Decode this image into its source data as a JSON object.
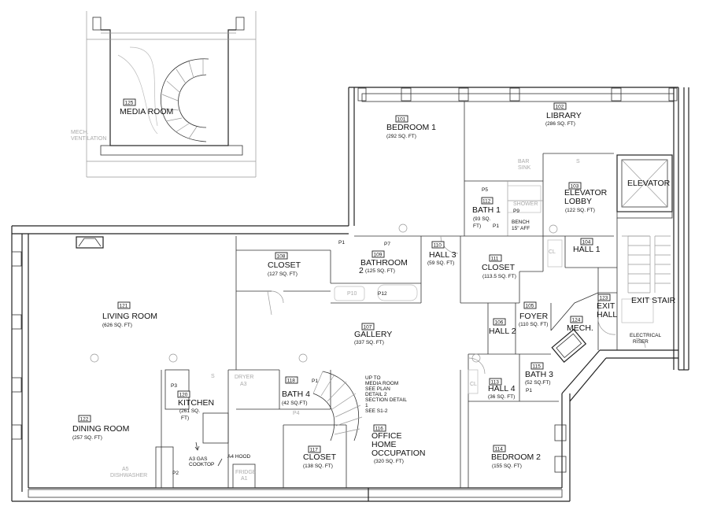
{
  "rooms": [
    {
      "id": "r125",
      "num": "125",
      "name": [
        "MEDIA ROOM"
      ]
    },
    {
      "id": "r101",
      "num": "101",
      "name": [
        "BEDROOM 1"
      ],
      "area": [
        "(292 SQ. FT)"
      ]
    },
    {
      "id": "r102",
      "num": "102",
      "name": [
        "LIBRARY"
      ],
      "area": [
        "(286 SQ. FT)"
      ]
    },
    {
      "id": "r103",
      "num": "103",
      "name": [
        "ELEVATOR",
        "LOBBY"
      ],
      "area": [
        "(122 SQ. FT)"
      ]
    },
    {
      "id": "r112",
      "num": "112",
      "name": [
        "BATH 1"
      ],
      "area": [
        "(93 SQ.",
        "FT)"
      ]
    },
    {
      "id": "r104",
      "num": "104",
      "name": [
        "HALL 1"
      ]
    },
    {
      "id": "r108",
      "num": "108",
      "name": [
        "CLOSET"
      ],
      "area": [
        "(127 SQ. FT)"
      ]
    },
    {
      "id": "r109",
      "num": "109",
      "name": [
        "BATHROOM",
        "2"
      ],
      "area": [
        "(125 SQ. FT)"
      ]
    },
    {
      "id": "r110",
      "num": "110",
      "name": [
        "HALL 3"
      ],
      "area": [
        "(59 SQ. FT)"
      ]
    },
    {
      "id": "r111",
      "num": "111",
      "name": [
        "CLOSET"
      ],
      "area": [
        "(113.5 SQ. FT)"
      ]
    },
    {
      "id": "r121",
      "num": "121",
      "name": [
        "LIVING ROOM"
      ],
      "area": [
        "(626 SQ. FT)"
      ]
    },
    {
      "id": "r107",
      "num": "107",
      "name": [
        "GALLERY"
      ],
      "area": [
        "(337 SQ. FT)"
      ]
    },
    {
      "id": "r105",
      "num": "105",
      "name": [
        "FOYER"
      ],
      "area": [
        "(110 SQ. FT)"
      ]
    },
    {
      "id": "r106",
      "num": "106",
      "name": [
        "HALL 2"
      ]
    },
    {
      "id": "r124",
      "num": "124",
      "name": [
        "MECH."
      ]
    },
    {
      "id": "r123",
      "num": "123",
      "name": [
        "EXIT",
        "HALL"
      ]
    },
    {
      "id": "r115",
      "num": "115",
      "name": [
        "BATH 3"
      ],
      "area": [
        "(52 SQ.FT)"
      ]
    },
    {
      "id": "r113",
      "num": "113",
      "name": [
        "HALL 4"
      ],
      "area": [
        "(36 SQ. FT)"
      ]
    },
    {
      "id": "r120",
      "num": "120",
      "name": [
        "KITCHEN"
      ],
      "area": [
        "(261 SQ.",
        "FT)"
      ]
    },
    {
      "id": "r118",
      "num": "118",
      "name": [
        "BATH 4"
      ],
      "area": [
        "(42 SQ.FT)"
      ]
    },
    {
      "id": "r122",
      "num": "122",
      "name": [
        "DINING ROOM"
      ],
      "area": [
        "(257 SQ. FT)"
      ]
    },
    {
      "id": "r116",
      "num": "116",
      "name": [
        "OFFICE",
        "HOME",
        "OCCUPATION"
      ],
      "area": [
        "(320 SQ. FT)"
      ]
    },
    {
      "id": "r117",
      "num": "117",
      "name": [
        "CLOSET"
      ],
      "area": [
        "(138 SQ. FT)"
      ]
    },
    {
      "id": "r114",
      "num": "114",
      "name": [
        "BEDROOM 2"
      ],
      "area": [
        "(155 SQ. FT)"
      ]
    }
  ],
  "labels": {
    "elevator": "ELEVATOR",
    "exit_stair": "EXIT STAIR",
    "stair_note": [
      "UP TO",
      "MEDIA ROOM",
      "SEE PLAN",
      "DETAIL 2",
      "SECTION DETAIL",
      "1",
      "SEE S1-2"
    ],
    "electrical_riser": [
      "ELECTRICAL",
      "RISER"
    ],
    "bench": [
      "BENCH",
      "15\" AFF"
    ],
    "shower": "SHOWER",
    "a3_gas": [
      "A3 GAS",
      "COOKTOP"
    ],
    "a4_hood": "A4 HOOD",
    "p1": "P1",
    "p2": "P2",
    "p3": "P3",
    "p4": "P4",
    "p5": "P5",
    "p7": "P7",
    "p9": "P9",
    "p10": "P10",
    "p12": "P12",
    "cl": "CL",
    "s": "S",
    "mech_ventilation": [
      "MECH.",
      "VENTILATION"
    ],
    "bar_sink": [
      "BAR",
      "SINK"
    ],
    "dryer": [
      "DRYER",
      "A3"
    ],
    "a5_dishwasher": [
      "A5",
      "DISHWASHER"
    ],
    "fridge": [
      "FRIDGE",
      "A1"
    ]
  }
}
